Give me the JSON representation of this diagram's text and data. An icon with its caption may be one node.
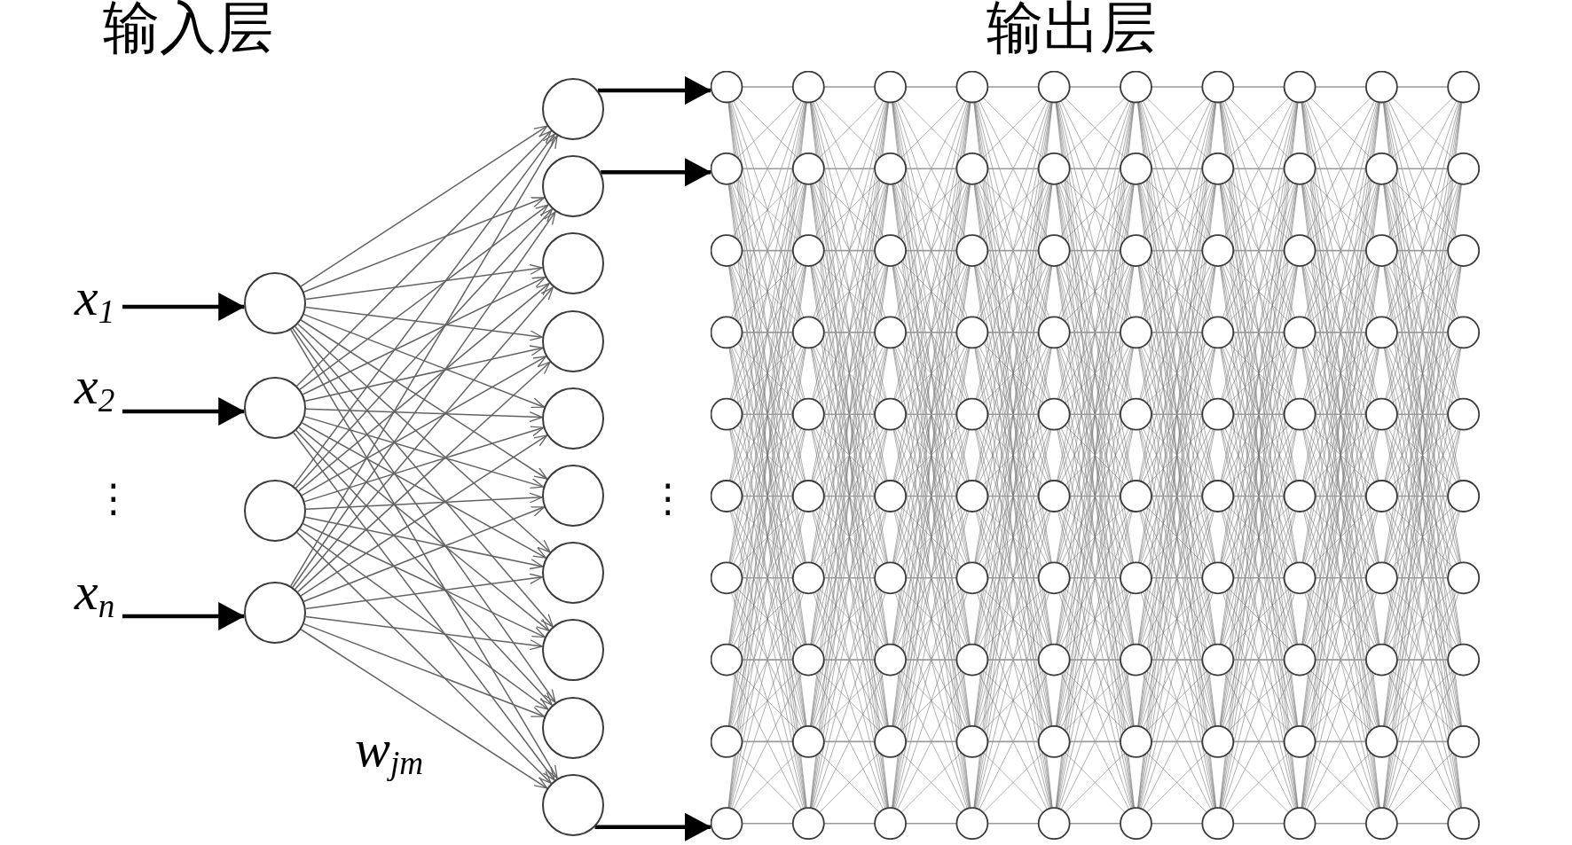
{
  "diagram": {
    "nodes": [
      {
        "text": [
          "x$_{1}$"
        ]
      },
      {
        "text": [
          "x$_{2}$"
        ]
      },
      {
        "text": [
          "x$_{n}$"
        ]
      },
      {
        "text": [],
        "shape": "circle"
      },
      {
        "text": [],
        "shape": "circle"
      },
      {
        "text": [],
        "shape": "circle"
      },
      {
        "text": [],
        "shape": "circle"
      },
      {
        "text": [],
        "shape": "circle"
      },
      {
        "text": [],
        "shape": "circle"
      },
      {
        "text": [],
        "shape": "circle"
      },
      {
        "text": [],
        "shape": "circle"
      },
      {
        "text": [],
        "shape": "circle"
      },
      {
        "text": [],
        "shape": "circle"
      },
      {
        "text": [],
        "shape": "circle"
      },
      {
        "text": [],
        "shape": "circle"
      },
      {
        "text": [],
        "shape": "circle"
      },
      {
        "text": [],
        "shape": "circle"
      },
      {
        "text": [],
        "shape": "picture"
      }
    ],
    "edges": [
      {
        "from": 0,
        "to": 3,
        "arrow": "to",
        "style": "thick",
        "color": "#000000"
      },
      {
        "from": 1,
        "to": 4,
        "arrow": "to",
        "style": "thick",
        "color": "#000000"
      },
      {
        "from": 2,
        "to": 6,
        "arrow": "to",
        "style": "thick",
        "color": "#000000"
      },
      {
        "from": 3,
        "to": 7,
        "arrow": "to"
      },
      {
        "from": 3,
        "to": 8,
        "arrow": "to"
      },
      {
        "from": 3,
        "to": 9,
        "arrow": "to"
      },
      {
        "from": 3,
        "to": 10,
        "arrow": "to"
      },
      {
        "from": 3,
        "to": 11,
        "arrow": "to"
      },
      {
        "from": 3,
        "to": 12,
        "arrow": "to"
      },
      {
        "from": 3,
        "to": 13,
        "arrow": "to"
      },
      {
        "from": 3,
        "to": 14,
        "arrow": "to"
      },
      {
        "from": 3,
        "to": 15,
        "arrow": "to"
      },
      {
        "from": 3,
        "to": 16,
        "arrow": "to"
      },
      {
        "from": 4,
        "to": 7,
        "arrow": "to"
      },
      {
        "from": 4,
        "to": 8,
        "arrow": "to"
      },
      {
        "from": 4,
        "to": 9,
        "arrow": "to"
      },
      {
        "from": 4,
        "to": 10,
        "arrow": "to"
      },
      {
        "from": 4,
        "to": 11,
        "arrow": "to"
      },
      {
        "from": 4,
        "to": 12,
        "arrow": "to"
      },
      {
        "from": 4,
        "to": 13,
        "arrow": "to"
      },
      {
        "from": 4,
        "to": 14,
        "arrow": "to"
      },
      {
        "from": 4,
        "to": 15,
        "arrow": "to"
      },
      {
        "from": 4,
        "to": 16,
        "arrow": "to"
      },
      {
        "from": 5,
        "to": 7,
        "arrow": "to"
      },
      {
        "from": 5,
        "to": 8,
        "arrow": "to"
      },
      {
        "from": 5,
        "to": 9,
        "arrow": "to"
      },
      {
        "from": 5,
        "to": 10,
        "arrow": "to"
      },
      {
        "from": 5,
        "to": 11,
        "arrow": "to"
      },
      {
        "from": 5,
        "to": 12,
        "arrow": "to"
      },
      {
        "from": 5,
        "to": 13,
        "arrow": "to"
      },
      {
        "from": 5,
        "to": 14,
        "arrow": "to"
      },
      {
        "from": 5,
        "to": 15,
        "arrow": "to"
      },
      {
        "from": 5,
        "to": 16,
        "arrow": "to"
      },
      {
        "from": 6,
        "to": 7,
        "arrow": "to"
      },
      {
        "from": 6,
        "to": 8,
        "arrow": "to"
      },
      {
        "from": 6,
        "to": 9,
        "arrow": "to"
      },
      {
        "from": 6,
        "to": 10,
        "arrow": "to"
      },
      {
        "from": 6,
        "to": 11,
        "arrow": "to"
      },
      {
        "from": 6,
        "to": 12,
        "arrow": "to"
      },
      {
        "from": 6,
        "to": 13,
        "arrow": "to"
      },
      {
        "from": 6,
        "to": 14,
        "arrow": "to"
      },
      {
        "from": 6,
        "to": 15,
        "arrow": "to"
      },
      {
        "from": 6,
        "to": 16,
        "arrow": "to"
      },
      {
        "from": 7,
        "to": 17,
        "arrow": "to",
        "style": "thick",
        "color": "#000000"
      },
      {
        "from": 8,
        "to": 17,
        "arrow": "to",
        "style": "thick",
        "color": "#000000"
      },
      {
        "from": 16,
        "to": 17,
        "arrow": "to",
        "style": "thick",
        "color": "#000000"
      }
    ],
    "labels": [
      "输入层",
      "输出层",
      "⋮",
      "⋮",
      "w$_{jm}$"
    ]
  }
}
